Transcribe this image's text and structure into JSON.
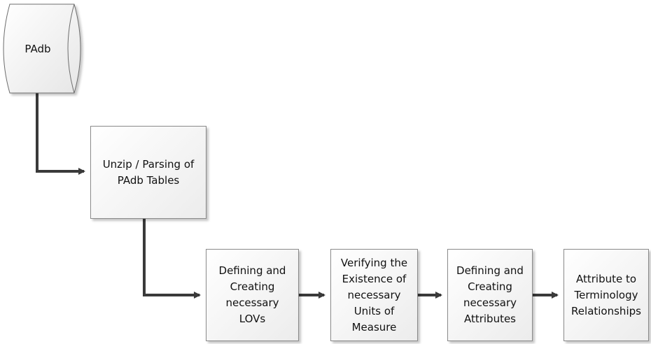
{
  "database": {
    "label": "PAdb"
  },
  "steps": [
    {
      "id": "unzip",
      "label": "Unzip / Parsing of\nPAdb Tables"
    },
    {
      "id": "lovs",
      "label": "Defining and\nCreating\nnecessary\nLOVs"
    },
    {
      "id": "uom",
      "label": "Verifying the\nExistence of\nnecessary\nUnits of\nMeasure"
    },
    {
      "id": "attributes",
      "label": "Defining and\nCreating\nnecessary\nAttributes"
    },
    {
      "id": "relationships",
      "label": "Attribute to\nTerminology\nRelationships"
    }
  ],
  "colors": {
    "connector": "#3a3a3a",
    "border": "#8a8a8a",
    "fill_start": "#ffffff",
    "fill_end": "#ececec"
  }
}
